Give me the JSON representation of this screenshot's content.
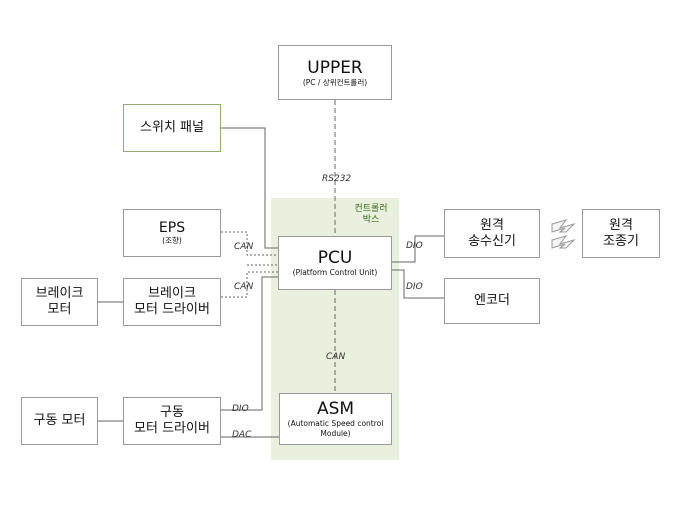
{
  "boxes": {
    "upper": {
      "title": "UPPER",
      "sub": "(PC / 상위컨트롤러)"
    },
    "switch_panel": {
      "title": "스위치 패널"
    },
    "eps": {
      "title": "EPS",
      "sub": "(조향)"
    },
    "pcu": {
      "title": "PCU",
      "sub": "(Platform Control Unit)"
    },
    "brake_motor": {
      "title": "브레이크\n모터"
    },
    "brake_driver": {
      "title": "브레이크\n모터 드라이버"
    },
    "drive_motor": {
      "title": "구동 모터"
    },
    "drive_driver": {
      "title": "구동\n모터 드라이버"
    },
    "asm": {
      "title": "ASM",
      "sub": "(Automatic Speed control\nModule)"
    },
    "remote_tx": {
      "title": "원격\n송수신기"
    },
    "remote_ctrl": {
      "title": "원격\n조종기"
    },
    "encoder": {
      "title": "엔코더"
    }
  },
  "controller_box_label": "컨트롤러\n박스",
  "links": {
    "rs232": "RS232",
    "can_eps": "CAN",
    "can_brake": "CAN",
    "can_asm": "CAN",
    "dio_drive": "DIO",
    "dac_drive": "DAC",
    "dio_remote": "DIO",
    "dio_encoder": "DIO"
  },
  "colors": {
    "controller_area": "#e9f0dd",
    "border": "#9a9a9a",
    "green_border": "#8fae6a",
    "wire": "#666666"
  }
}
